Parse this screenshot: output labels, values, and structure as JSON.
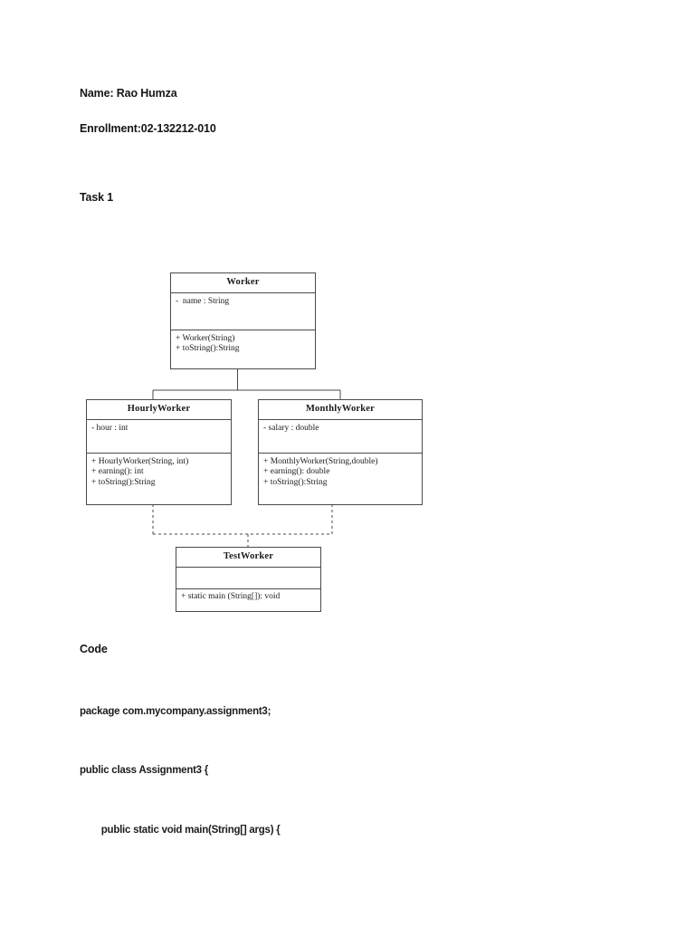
{
  "document": {
    "name_line": "Name: Rao Humza",
    "enrollment_line": "Enrollment:02-132212-010",
    "task_heading": "Task 1",
    "code_heading": "Code",
    "code_lines": [
      "package com.mycompany.assignment3;",
      "public class Assignment3 {",
      "    public static void main(String[] args) {"
    ]
  },
  "diagram": {
    "type": "uml-class-diagram",
    "classes": [
      {
        "id": "worker",
        "name": "Worker",
        "attributes": [
          "-  name : String"
        ],
        "operations": [
          "+ Worker(String)",
          "+ toString():String"
        ]
      },
      {
        "id": "hourly",
        "name": "HourlyWorker",
        "attributes": [
          "- hour : int"
        ],
        "operations": [
          "+ HourlyWorker(String, int)",
          "+ earning(): int",
          "+ toString():String"
        ]
      },
      {
        "id": "monthly",
        "name": "MonthlyWorker",
        "attributes": [
          "- salary : double"
        ],
        "operations": [
          "+ MonthlyWorker(String,double)",
          "+ earning(): double",
          "+ toString():String"
        ]
      },
      {
        "id": "test",
        "name": "TestWorker",
        "attributes": [
          ""
        ],
        "operations": [
          "+ static main (String[]): void"
        ]
      }
    ],
    "relationships": [
      {
        "type": "generalization",
        "from": "HourlyWorker",
        "to": "Worker"
      },
      {
        "type": "generalization",
        "from": "MonthlyWorker",
        "to": "Worker"
      },
      {
        "type": "dependency",
        "from": "TestWorker",
        "to": "HourlyWorker"
      },
      {
        "type": "dependency",
        "from": "TestWorker",
        "to": "MonthlyWorker"
      }
    ],
    "line_color": "#4a4a4a"
  }
}
